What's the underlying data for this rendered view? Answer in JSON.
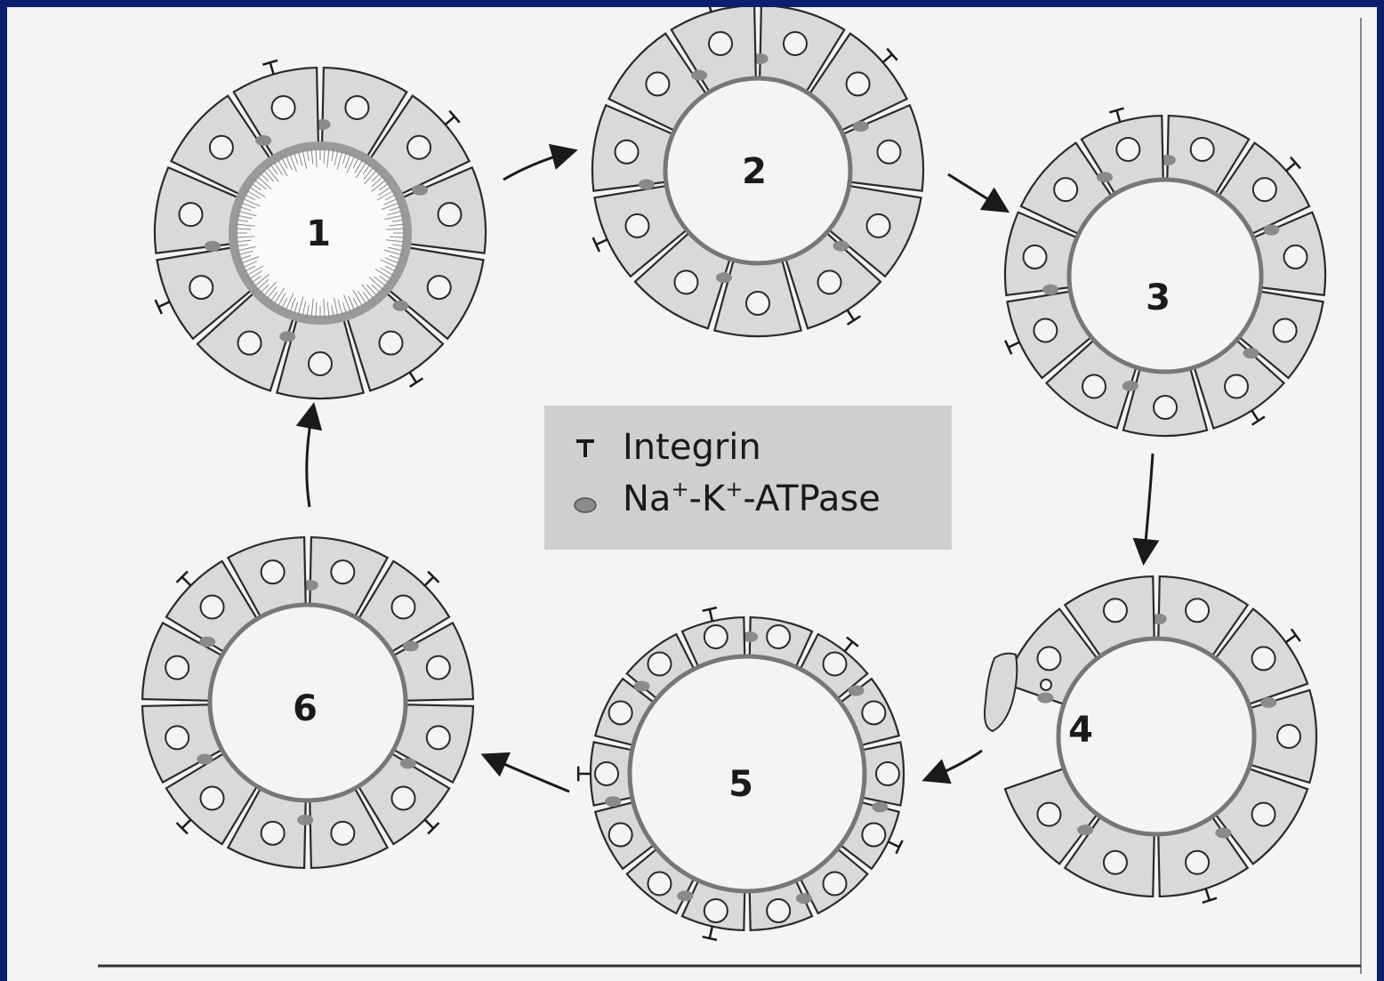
{
  "stages": [
    {
      "label": "1",
      "cx": 0,
      "state": "intact polarized cyst, dense apical brush border"
    },
    {
      "label": "2"
    },
    {
      "label": "3"
    },
    {
      "label": "4"
    },
    {
      "label": "5"
    },
    {
      "label": "6"
    }
  ],
  "legend": {
    "integrin_label": "Integrin",
    "atpase_prefix": "Na",
    "atpase_sup1": "+",
    "atpase_mid": "-K",
    "atpase_sup2": "+",
    "atpase_suffix": "-ATPase"
  },
  "colors": {
    "cell_fill": "#d9d9d9",
    "outline": "#2a2a2a",
    "marker": "#8a8a8a",
    "legend_bg": "#cfcfcf",
    "frame": "#0b1f6e"
  }
}
